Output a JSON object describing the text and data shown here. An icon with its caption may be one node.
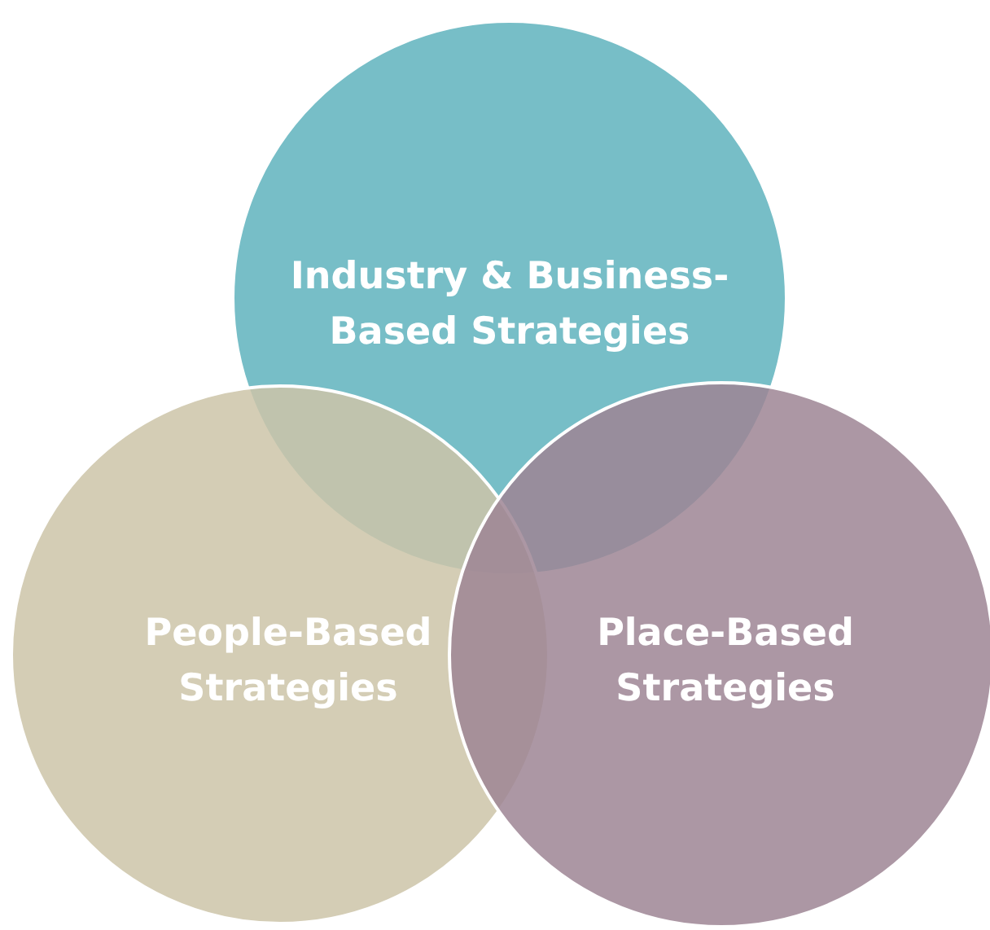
{
  "diagram": {
    "nodes": [
      {
        "text": [
          "Industry & Business-Based Strategies"
        ]
      },
      {
        "text": [
          "People-Based Strategies"
        ]
      },
      {
        "text": [
          "Place-Based Strategies"
        ]
      }
    ],
    "edges": []
  }
}
